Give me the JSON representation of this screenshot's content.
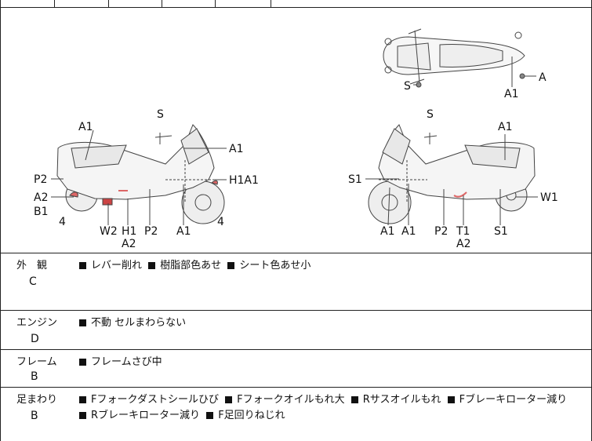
{
  "diagram": {
    "scooter_top_labels": [
      "S",
      "A",
      "A1"
    ],
    "scooter_left_labels": [
      "S",
      "A1",
      "A1",
      "H1A1",
      "P2",
      "A2",
      "B1",
      "4",
      "W2",
      "H1",
      "P2",
      "A1",
      "4",
      "A2"
    ],
    "scooter_right_labels": [
      "S",
      "A1",
      "S1",
      "W1",
      "A1",
      "A1",
      "P2",
      "T1",
      "S1",
      "A2"
    ]
  },
  "rows": [
    {
      "category": "外　観",
      "grade": "C",
      "items": [
        "レバー削れ",
        "樹脂部色あせ",
        "シート色あせ小"
      ]
    },
    {
      "category": "エンジン",
      "grade": "D",
      "items": [
        "不動 セルまわらない"
      ]
    },
    {
      "category": "フレーム",
      "grade": "B",
      "items": [
        "フレームさび中"
      ]
    },
    {
      "category": "足まわり",
      "grade": "B",
      "items": [
        "Fフォークダストシールひび",
        "Fフォークオイルもれ大",
        "Rサスオイルもれ",
        "Fブレーキローター減り",
        "Rブレーキローター減り",
        "F足回りねじれ"
      ]
    }
  ]
}
